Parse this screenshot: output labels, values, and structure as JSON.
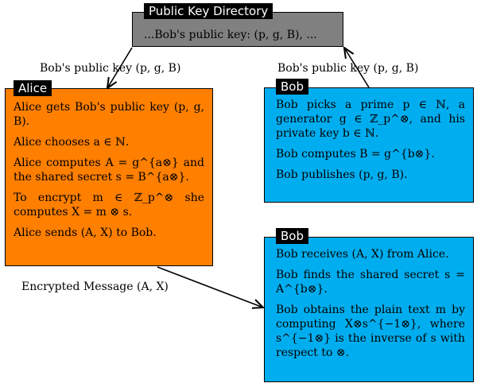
{
  "directory": {
    "title": "Public Key Directory",
    "content": "...Bob's public key: (p, g, B), ..."
  },
  "edges": {
    "dir_to_alice": "Bob's public  key (p, g, B)",
    "bob_to_dir": "Bob's public  key (p, g, B)",
    "alice_to_bob": "Encrypted Message (A, X)"
  },
  "alice": {
    "title": "Alice",
    "lines": [
      "Alice gets Bob's public key (p, g, B).",
      "Alice chooses a ∈ ℕ.",
      "Alice computes A = g^{a⊗} and the shared secret s = B^{a⊗}.",
      "To encrypt m ∈ ℤ_p^⊗ she computes X = m ⊗ s.",
      "Alice sends (A, X) to Bob."
    ]
  },
  "bob1": {
    "title": "Bob",
    "lines": [
      "Bob picks a prime p ∈ ℕ, a generator g ∈ ℤ_p^⊗, and his private key b ∈ ℕ.",
      "Bob computes B = g^{b⊗}.",
      "Bob publishes (p, g, B)."
    ]
  },
  "bob2": {
    "title": "Bob",
    "lines": [
      "Bob receives (A, X) from Alice.",
      "Bob finds the shared secret s = A^{b⊗}.",
      "Bob obtains the plain text m by computing X⊗s^{−1⊗}, where s^{−1⊗} is the inverse of s with respect to ⊗."
    ]
  }
}
